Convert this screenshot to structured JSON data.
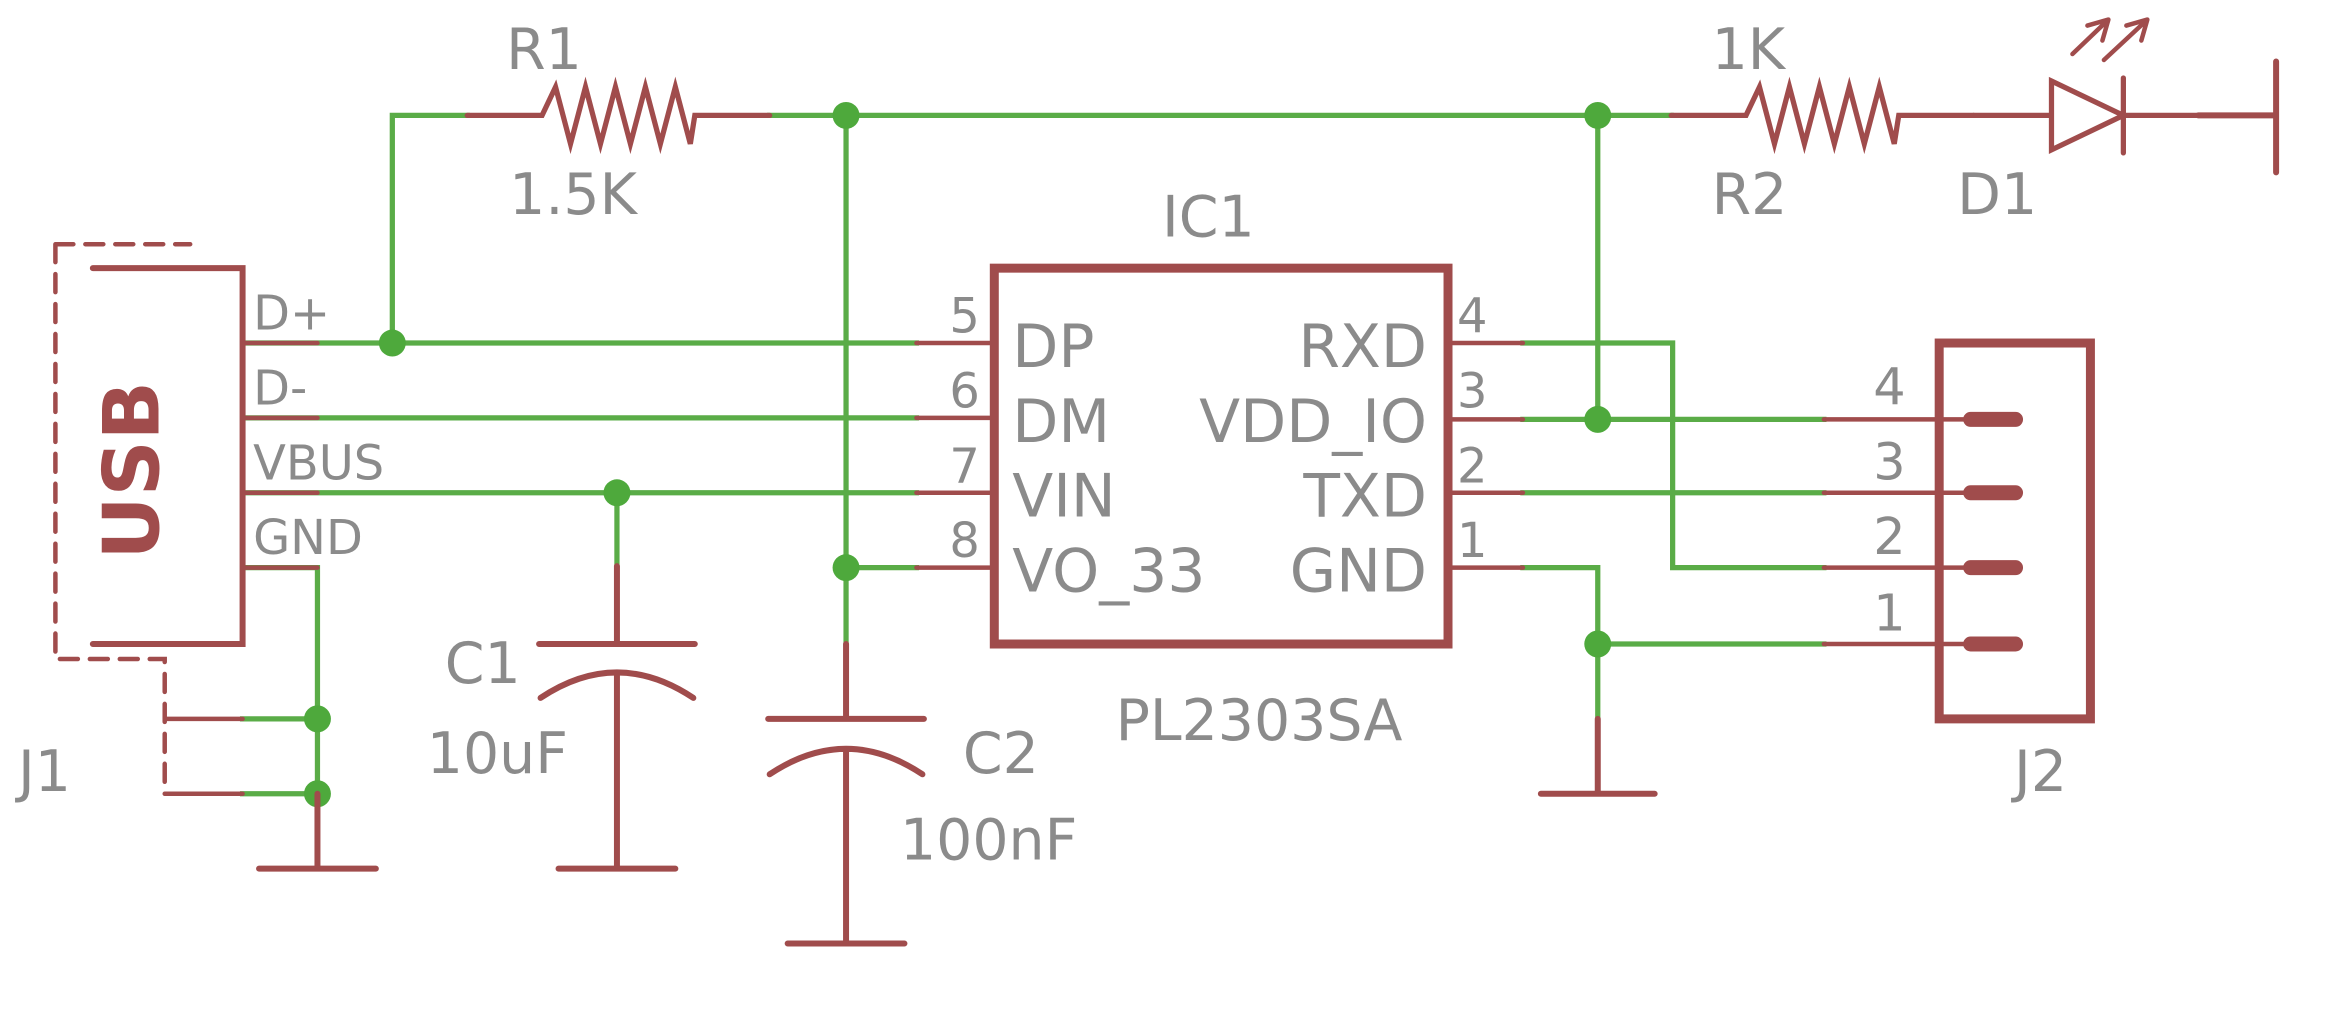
{
  "ic1": {
    "ref": "IC1",
    "value": "PL2303SA",
    "pins_left": [
      {
        "num": "5",
        "name": "DP"
      },
      {
        "num": "6",
        "name": "DM"
      },
      {
        "num": "7",
        "name": "VIN"
      },
      {
        "num": "8",
        "name": "VO_33"
      }
    ],
    "pins_right": [
      {
        "num": "4",
        "name": "RXD"
      },
      {
        "num": "3",
        "name": "VDD_IO"
      },
      {
        "num": "2",
        "name": "TXD"
      },
      {
        "num": "1",
        "name": "GND"
      }
    ]
  },
  "j1": {
    "ref": "J1",
    "body_label": "USB",
    "pins": [
      "D+",
      "D-",
      "VBUS",
      "GND"
    ]
  },
  "j2": {
    "ref": "J2",
    "pins": [
      "4",
      "3",
      "2",
      "1"
    ]
  },
  "r1": {
    "ref": "R1",
    "value": "1.5K"
  },
  "r2": {
    "ref": "R2",
    "value": "1K"
  },
  "d1": {
    "ref": "D1"
  },
  "c1": {
    "ref": "C1",
    "value": "10uF"
  },
  "c2": {
    "ref": "C2",
    "value": "100nF"
  },
  "colors": {
    "part": "#a04c4c",
    "wire": "#5aac47",
    "junction": "#4ea93c",
    "text": "#8b8b8b"
  }
}
